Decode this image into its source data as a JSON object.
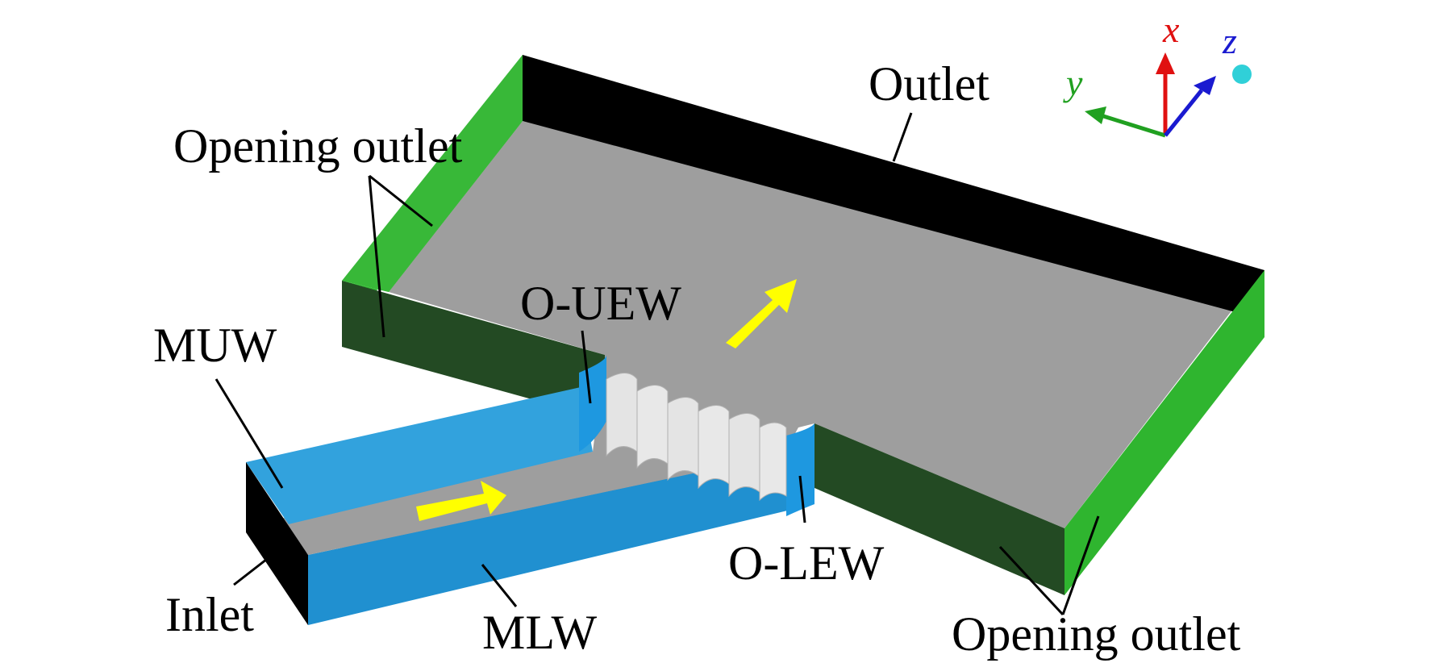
{
  "labels": {
    "outlet": "Outlet",
    "opening_outlet_top": "Opening outlet",
    "opening_outlet_bottom": "Opening outlet",
    "o_uew": "O-UEW",
    "o_lew": "O-LEW",
    "muw": "MUW",
    "mlw": "MLW",
    "inlet": "Inlet"
  },
  "axes": {
    "x": "x",
    "y": "y",
    "z": "z"
  },
  "colors": {
    "floor": "#9e9e9e",
    "outlet_wall": "#000000",
    "opening_outlet": "#2fb52f",
    "dark_side_wall": "#234a23",
    "channel_wall": "#2f9ad8",
    "end_wall": "#1e98e0",
    "inlet": "#000000",
    "blade": "#e8e8e8",
    "flow_arrow": "#ffff00",
    "axis_x": "#e01010",
    "axis_y": "#20a020",
    "axis_z": "#1a1ad0",
    "origin_marker": "#30d0d8"
  },
  "icons": [
    "flow-direction-arrow",
    "coordinate-axes-icon"
  ]
}
